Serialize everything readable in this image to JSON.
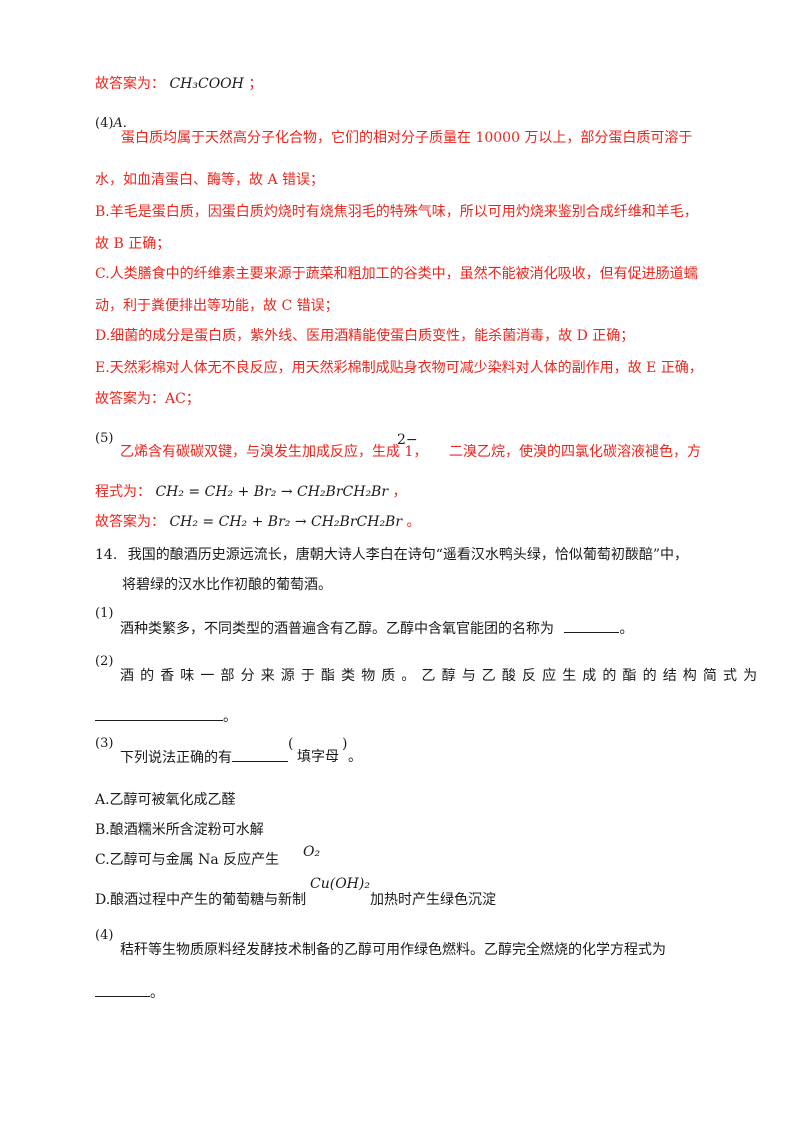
{
  "answers": {
    "q3": {
      "prefix": "故答案为：",
      "formula": "CH₃COOH",
      "suffix": "；"
    },
    "q4": {
      "marker": "(4)",
      "marker_letter": "A.",
      "a_line1": "蛋白质均属于天然高分子化合物，它们的相对分子质量在 10000 万以上，部分蛋白质可溶于",
      "a_line2": "水，如血清蛋白、酶等，故 A 错误；",
      "b_line1": "B.羊毛是蛋白质，因蛋白质灼烧时有烧焦羽毛的特殊气味，所以可用灼烧来鉴别合成纤维和羊毛，",
      "b_line2": "故 B 正确；",
      "c_line1": "C.人类膳食中的纤维素主要来源于蔬菜和粗加工的谷类中，虽然不能被消化吸收，但有促进肠道蠕",
      "c_line2": "动，利于粪便排出等功能，故 C 错误；",
      "d_line": "D.细菌的成分是蛋白质，紫外线、医用酒精能使蛋白质变性，能杀菌消毒，故 D 正确；",
      "e_line": "E.天然彩棉对人体无不良反应，用天然彩棉制成贴身衣物可减少染料对人体的副作用，故 E 正确，",
      "answer": "故答案为：AC；"
    },
    "q5": {
      "marker": "(5)",
      "line1_a": "乙烯含有碳碳双键，与溴发生加成反应，生成 1，",
      "superscript": "2−",
      "line1_b": "二溴乙烷，使溴的四氯化碳溶液褪色，方",
      "eq_prefix": "程式为：",
      "equation": "CH₂ = CH₂ + Br₂ → CH₂BrCH₂Br",
      "eq_suffix": "，",
      "answer_prefix": "故答案为：",
      "answer_suffix": "。"
    }
  },
  "question14": {
    "number": "14.",
    "stem_line1": "我国的酿酒历史源远流长，唐朝大诗人李白在诗句“遥看汉水鸭头绿，恰似葡萄初酦醅”中，",
    "stem_line2": "将碧绿的汉水比作初酿的葡萄酒。",
    "sub1": {
      "marker": "(1)",
      "text": "酒种类繁多，不同类型的酒普遍含有乙醇。乙醇中含氧官能团的名称为",
      "end": "。"
    },
    "sub2": {
      "marker": "(2)",
      "text": "酒的香味一部分来源于酯类物质。乙醇与乙酸反应生成的酯的结构简式为",
      "end": "。"
    },
    "sub3": {
      "marker": "(3)",
      "text": "下列说法正确的有",
      "paren_open": "(",
      "hint": "填字母",
      "paren_close": ")",
      "end": "。",
      "options": {
        "a": "A.乙醇可被氧化成乙醛",
        "b": "B.酿酒糯米所含淀粉可水解",
        "c_text": "C.乙醇可与金属 Na 反应产生",
        "c_formula": "O₂",
        "d_text1": "D.酿酒过程中产生的葡萄糖与新制",
        "d_formula": "Cu(OH)₂",
        "d_text2": "加热时产生绿色沉淀"
      }
    },
    "sub4": {
      "marker": "(4)",
      "text": "秸秆等生物质原料经发酵技术制备的乙醇可用作绿色燃料。乙醇完全燃烧的化学方程式为",
      "end": "。"
    }
  }
}
